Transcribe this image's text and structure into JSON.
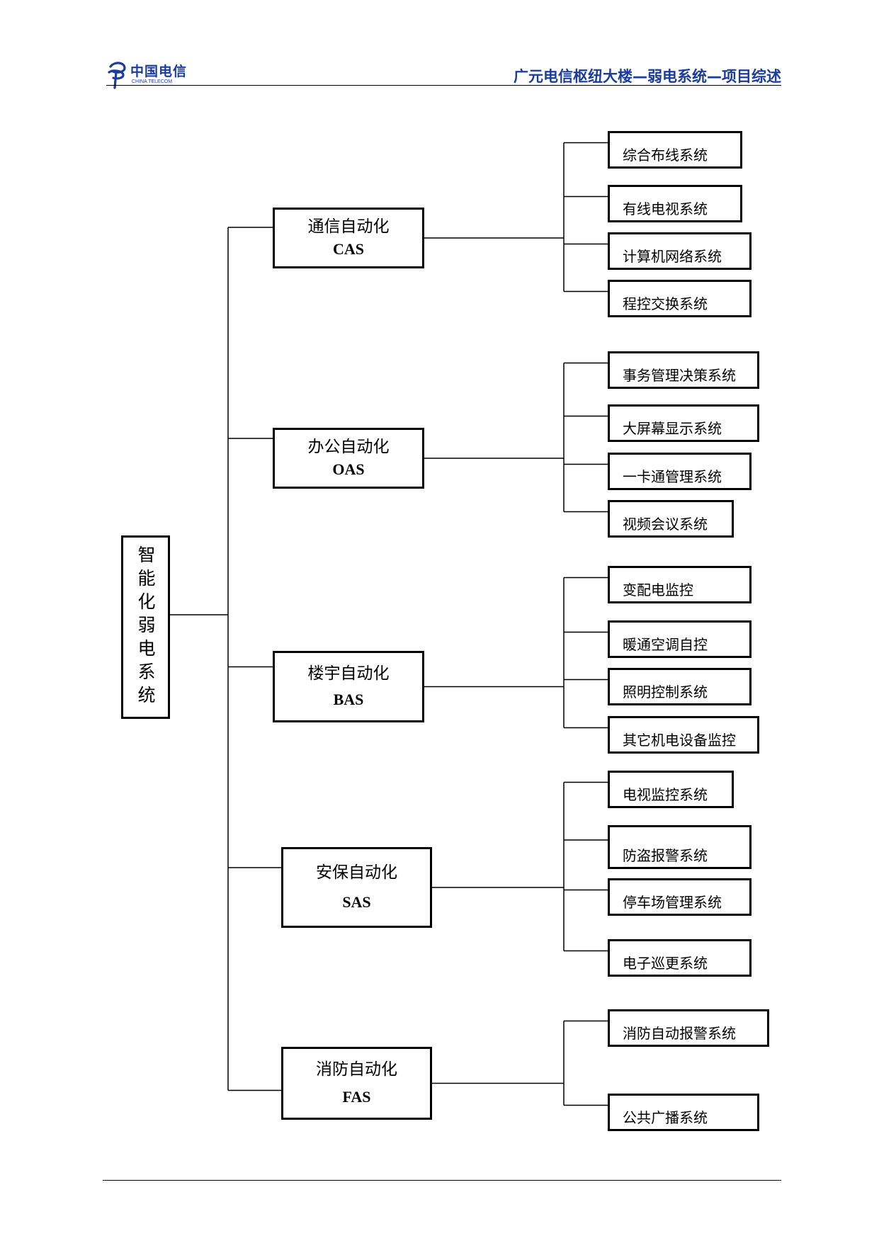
{
  "header": {
    "logo_cn": "中国电信",
    "logo_en": "CHINA TELECOM",
    "title": "广元电信枢纽大楼—弱电系统—项目综述"
  },
  "diagram": {
    "root": "智能化弱电系统",
    "categories": [
      {
        "name": "通信自动化",
        "abbr": "CAS",
        "children": [
          "综合布线系统",
          "有线电视系统",
          "计算机网络系统",
          "程控交换系统"
        ]
      },
      {
        "name": "办公自动化",
        "abbr": "OAS",
        "children": [
          "事务管理决策系统",
          "大屏幕显示系统",
          "一卡通管理系统",
          "视频会议系统"
        ]
      },
      {
        "name": "楼宇自动化",
        "abbr": "BAS",
        "children": [
          "变配电监控",
          "暖通空调自控",
          "照明控制系统",
          "其它机电设备监控"
        ]
      },
      {
        "name": "安保自动化",
        "abbr": "SAS",
        "children": [
          "电视监控系统",
          "防盗报警系统",
          "停车场管理系统",
          "电子巡更系统"
        ]
      },
      {
        "name": "消防自动化",
        "abbr": "FAS",
        "children": [
          "消防自动报警系统",
          "公共广播系统"
        ]
      }
    ]
  },
  "colors": {
    "header_text": "#1a3c9e",
    "logo_blue": "#1a3c9e",
    "line": "#000000"
  },
  "icons": {
    "logo": "china-telecom-logo-icon"
  }
}
